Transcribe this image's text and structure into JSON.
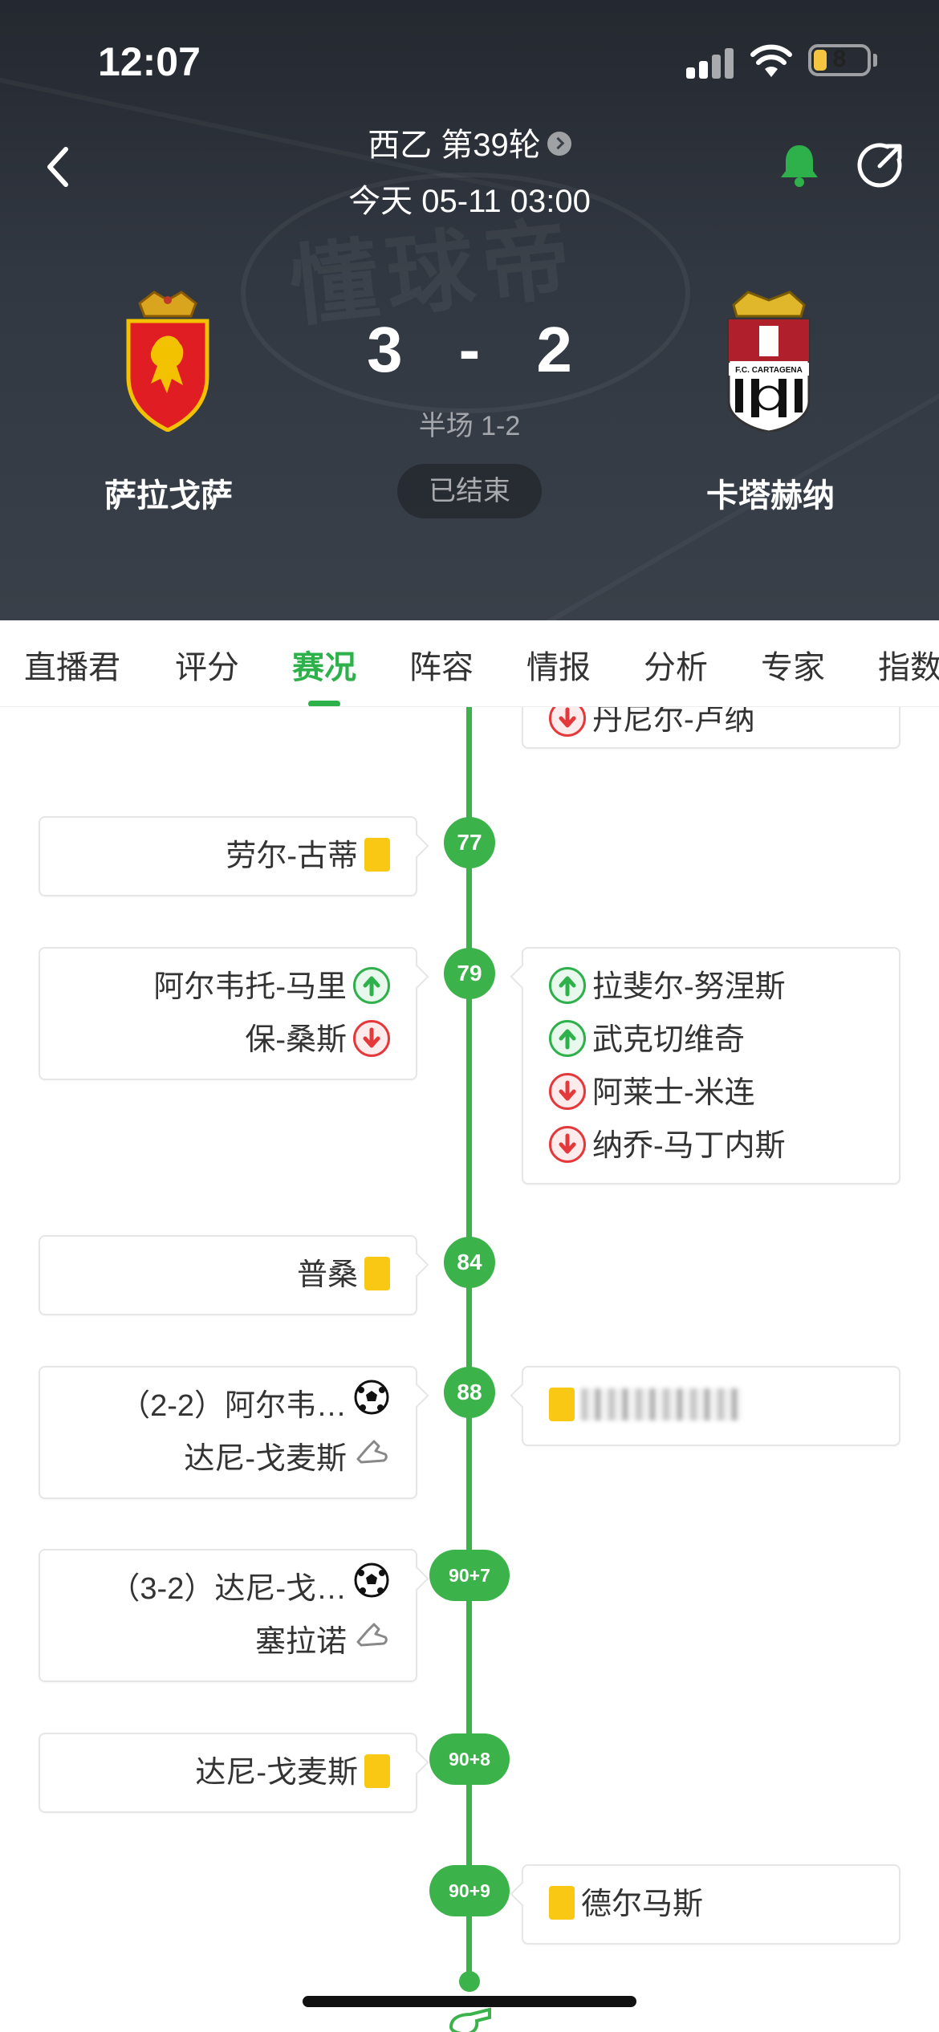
{
  "status_bar": {
    "time": "12:07",
    "battery": "8"
  },
  "header": {
    "league": "西乙 第39轮",
    "datetime": "今天 05-11 03:00",
    "home_team": "萨拉戈萨",
    "away_team": "卡塔赫纳",
    "home_score": "3",
    "away_score": "2",
    "separator": "-",
    "halftime": "半场 1-2",
    "status": "已结束",
    "away_crest_text": "F.C. CARTAGENA",
    "watermark": "懂球帝"
  },
  "tabs": [
    {
      "label": "直播君"
    },
    {
      "label": "评分"
    },
    {
      "label": "赛况",
      "active": true
    },
    {
      "label": "阵容"
    },
    {
      "label": "情报"
    },
    {
      "label": "分析"
    },
    {
      "label": "专家"
    },
    {
      "label": "指数"
    }
  ],
  "timeline": {
    "top_fragment": {
      "name": "丹尼尔-卢纳",
      "icon": "sub-off-icon"
    },
    "events": [
      {
        "minute": "77",
        "home": [
          {
            "text": "劳尔-古蒂",
            "icon": "yellow-card-icon"
          }
        ]
      },
      {
        "minute": "79",
        "home": [
          {
            "text": "阿尔韦托-马里",
            "icon": "sub-on-icon"
          },
          {
            "text": "保-桑斯",
            "icon": "sub-off-icon"
          }
        ],
        "away": [
          {
            "text": "拉斐尔-努涅斯",
            "icon": "sub-on-icon"
          },
          {
            "text": "武克切维奇",
            "icon": "sub-on-icon"
          },
          {
            "text": "阿莱士-米连",
            "icon": "sub-off-icon"
          },
          {
            "text": "纳乔-马丁内斯",
            "icon": "sub-off-icon"
          }
        ]
      },
      {
        "minute": "84",
        "home": [
          {
            "text": "普桑",
            "icon": "yellow-card-icon"
          }
        ]
      },
      {
        "minute": "88",
        "home": [
          {
            "text": "（2-2）阿尔韦…",
            "icon": "soccer-ball-icon"
          },
          {
            "text": "达尼-戈麦斯",
            "icon": "assist-boot-icon"
          }
        ],
        "away": [
          {
            "text": "",
            "icon": "yellow-card-icon",
            "blurred": true
          }
        ]
      },
      {
        "minute": "90+7",
        "home": [
          {
            "text": "（3-2）达尼-戈…",
            "icon": "soccer-ball-icon"
          },
          {
            "text": "塞拉诺",
            "icon": "assist-boot-icon"
          }
        ]
      },
      {
        "minute": "90+8",
        "home": [
          {
            "text": "达尼-戈麦斯",
            "icon": "yellow-card-icon"
          }
        ]
      },
      {
        "minute": "90+9",
        "away": [
          {
            "text": "德尔马斯",
            "icon": "yellow-card-icon"
          }
        ]
      }
    ]
  },
  "colors": {
    "accent": "#2eb14a",
    "timeline": "#3cb34a",
    "yellow_card": "#f8c814",
    "sub_off": "#e5383b",
    "header_bg": "#2f343c"
  }
}
